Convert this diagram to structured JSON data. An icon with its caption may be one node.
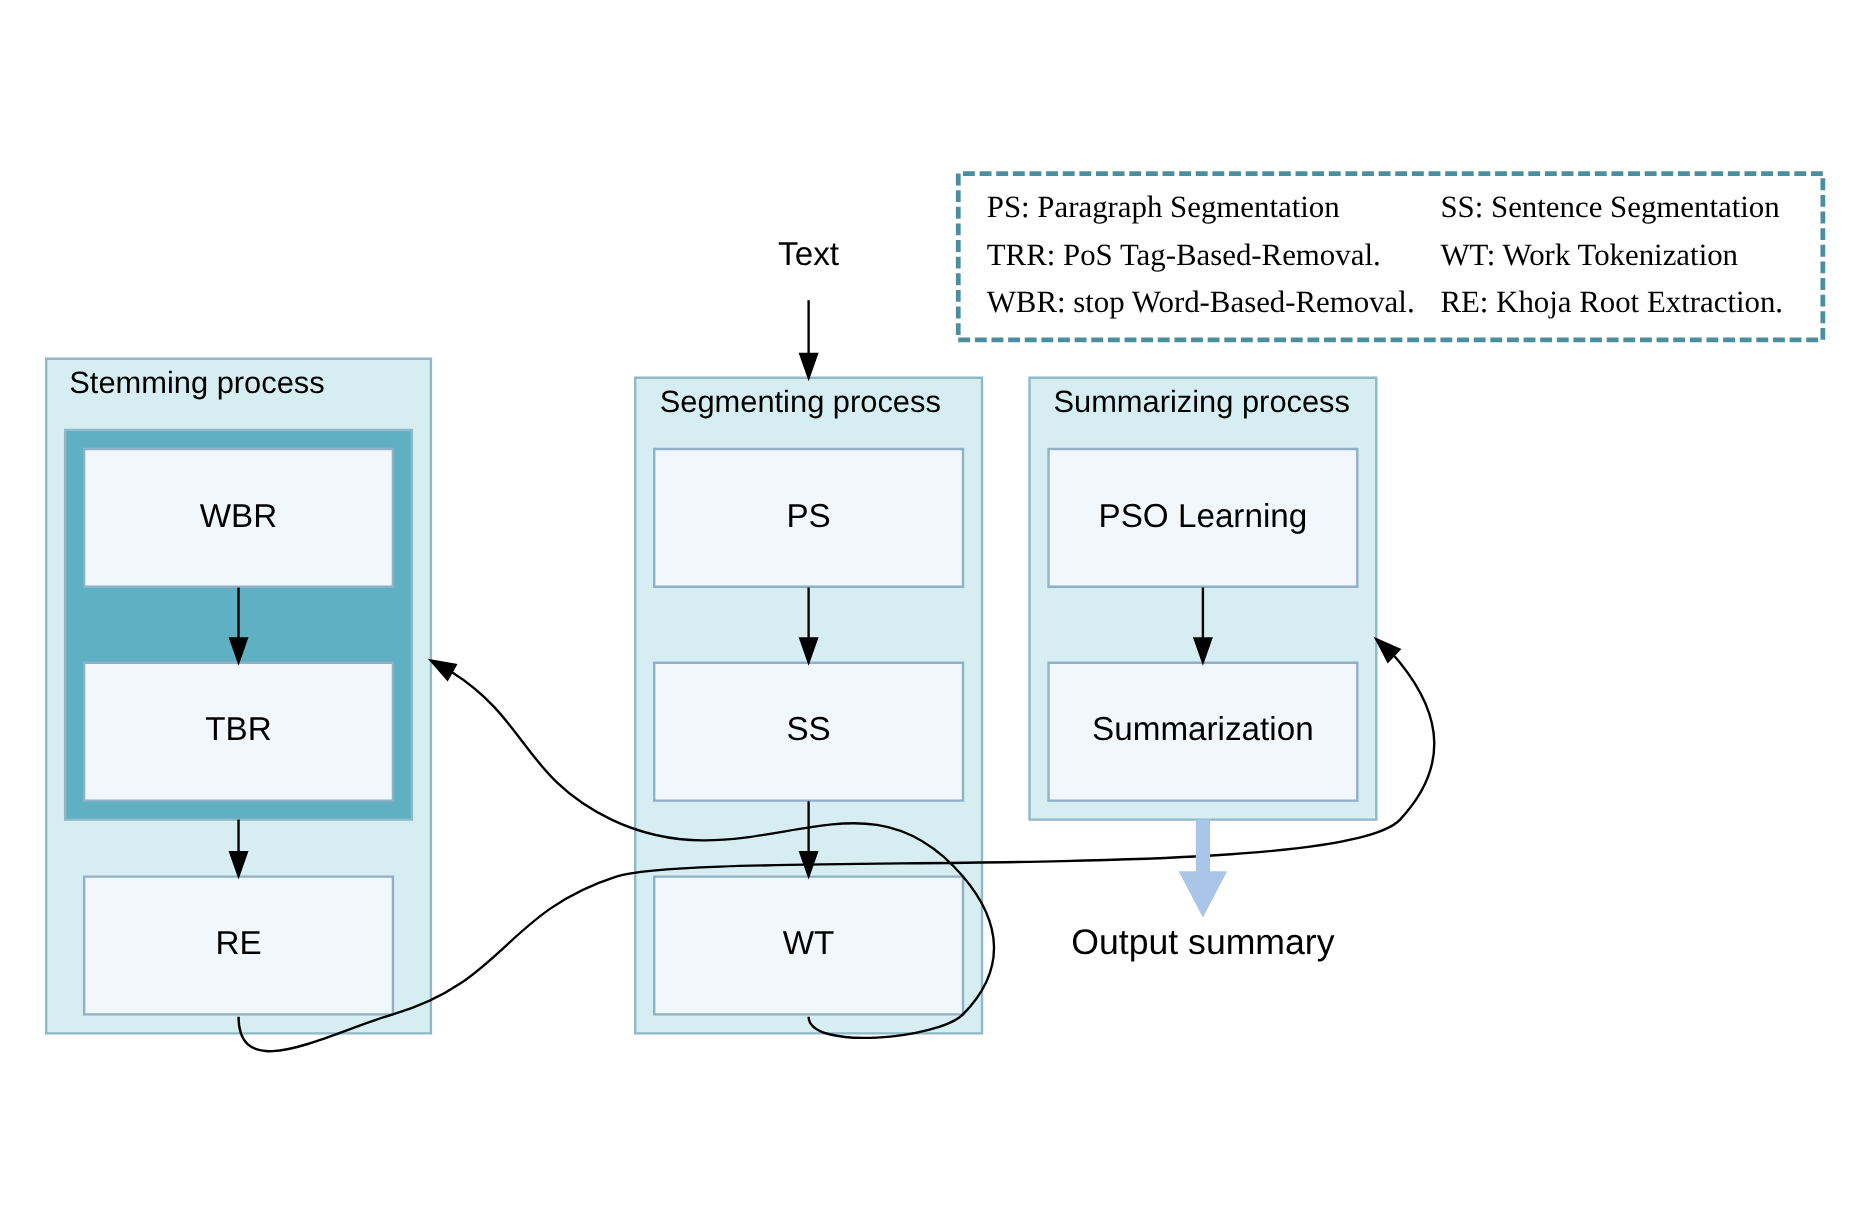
{
  "diagram": {
    "nodes": [
      {
        "text": [
          "Segmenting process"
        ]
      },
      {
        "text": [
          "PS"
        ],
        "in": 0
      },
      {
        "text": [
          "SS"
        ],
        "in": 0
      },
      {
        "text": [
          "WT"
        ],
        "in": 0
      },
      {
        "text": [
          "Stemming process"
        ]
      },
      {
        "text": [],
        "shape": "box",
        "in": 4
      },
      {
        "text": [
          "WBR"
        ],
        "in": 5
      },
      {
        "text": [
          "TBR"
        ],
        "in": 5
      },
      {
        "text": [
          "RE"
        ],
        "in": 4
      },
      {
        "text": [
          "Summarizing process"
        ]
      },
      {
        "text": [
          "PSO Learning"
        ],
        "in": 9
      },
      {
        "text": [
          "Summarization"
        ],
        "in": 9
      },
      {
        "text": [
          "Text"
        ]
      },
      {
        "text": [
          "Output summary"
        ]
      },
      {
        "text": [
          "PS: Paragraph Segmentation",
          "SS: Sentence Segmentation",
          "TRR: PoS Tag-Based-Removal.",
          "WT: Work Tokenization",
          "WBR: stop Word-Based-Removal.",
          "RE: Khoja Root Extraction."
        ]
      }
    ],
    "edges": [
      {
        "from": 12,
        "to": 0,
        "arrow": "to"
      },
      {
        "from": 1,
        "to": 2,
        "arrow": "to"
      },
      {
        "from": 2,
        "to": 3,
        "arrow": "to"
      },
      {
        "from": 3,
        "to": 4,
        "arrow": "to"
      },
      {
        "from": 6,
        "to": 7,
        "arrow": "to"
      },
      {
        "from": 5,
        "to": 8,
        "arrow": "to"
      },
      {
        "from": 8,
        "to": 9,
        "arrow": "to"
      },
      {
        "from": 10,
        "to": 11,
        "arrow": "to"
      },
      {
        "from": 9,
        "to": 13,
        "arrow": "to",
        "style": "thick",
        "color": "#a9c6e8"
      }
    ]
  }
}
